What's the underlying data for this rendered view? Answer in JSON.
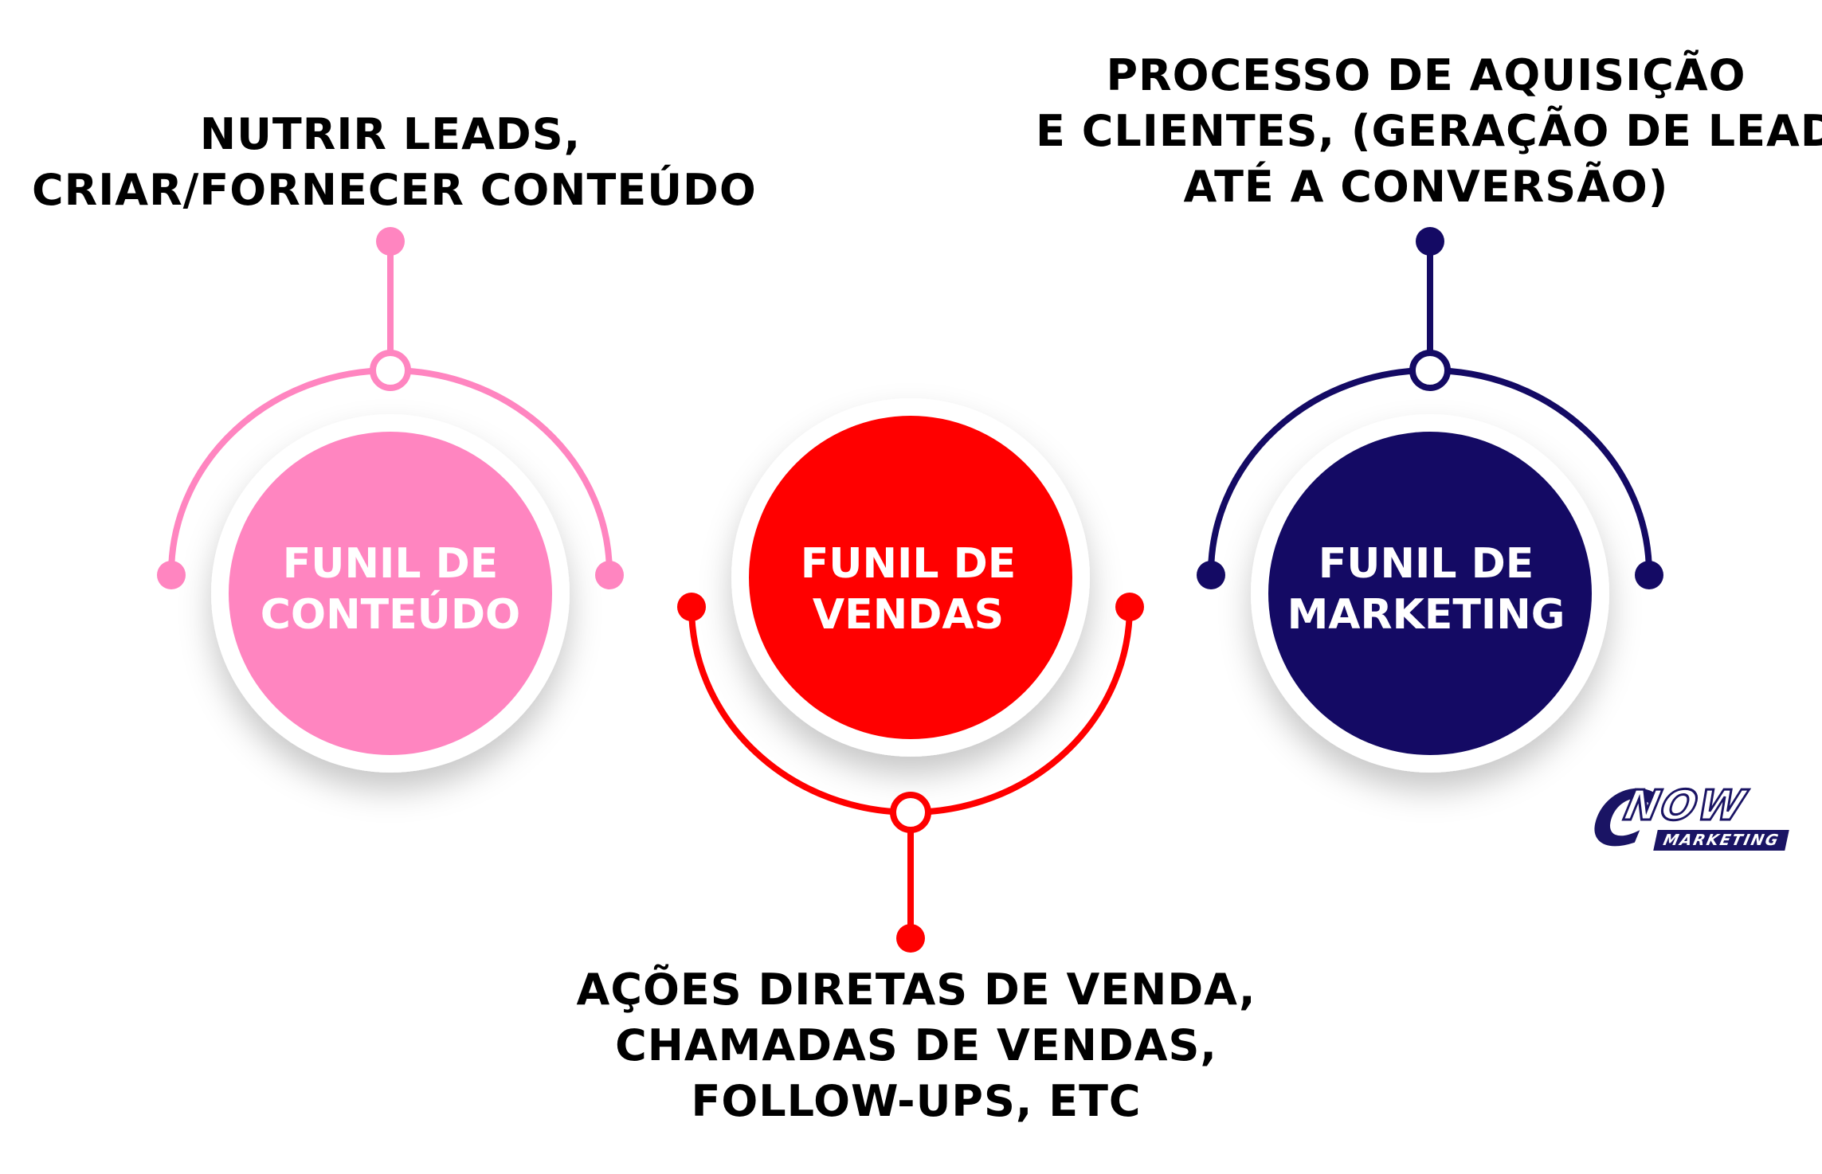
{
  "nodes": [
    {
      "id": "content",
      "label_lines": [
        "FUNIL DE",
        "CONTEÚDO"
      ],
      "caption_lines": [
        "NUTRIR LEADS,",
        "CRIAR/FORNECER CONTEÚDO"
      ],
      "color": "#ff85c0",
      "arc": "top"
    },
    {
      "id": "sales",
      "label_lines": [
        "FUNIL DE",
        "VENDAS"
      ],
      "caption_lines": [
        "AÇÕES DIRETAS DE VENDA,",
        "CHAMADAS DE VENDAS,",
        "FOLLOW-UPS, ETC"
      ],
      "color": "#ff0000",
      "arc": "bottom"
    },
    {
      "id": "marketing",
      "label_lines": [
        "FUNIL DE",
        "MARKETING"
      ],
      "caption_lines": [
        "PROCESSO DE AQUISIÇÃO",
        "E CLIENTES, (GERAÇÃO DE LEADS",
        "ATÉ A CONVERSÃO)"
      ],
      "color": "#140a64",
      "arc": "top"
    }
  ],
  "logo": {
    "initial": "C",
    "main": "NOW",
    "sub": "MARKETING",
    "color": "#1a1464"
  }
}
